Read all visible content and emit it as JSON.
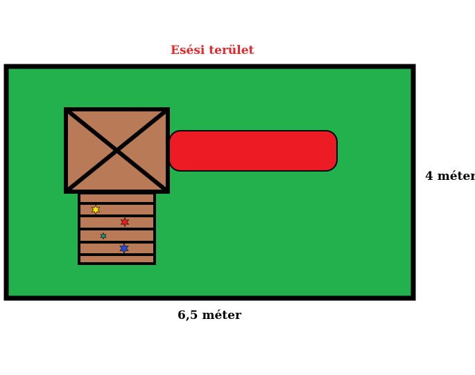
{
  "title": "Esési terület",
  "dimensions": {
    "height_label": "4 méter",
    "width_label": "6,5 méter"
  },
  "colors": {
    "title": "#e8262a",
    "ground": "#22b14c",
    "wood": "#b97a57",
    "slide": "#ed1c24",
    "outline": "#000000",
    "star_yellow": "#ffe400",
    "star_red": "#ed1c24",
    "star_teal": "#10a080",
    "star_blue": "#2a4bd7"
  },
  "icons": {
    "star_shape": "six-point-star"
  }
}
